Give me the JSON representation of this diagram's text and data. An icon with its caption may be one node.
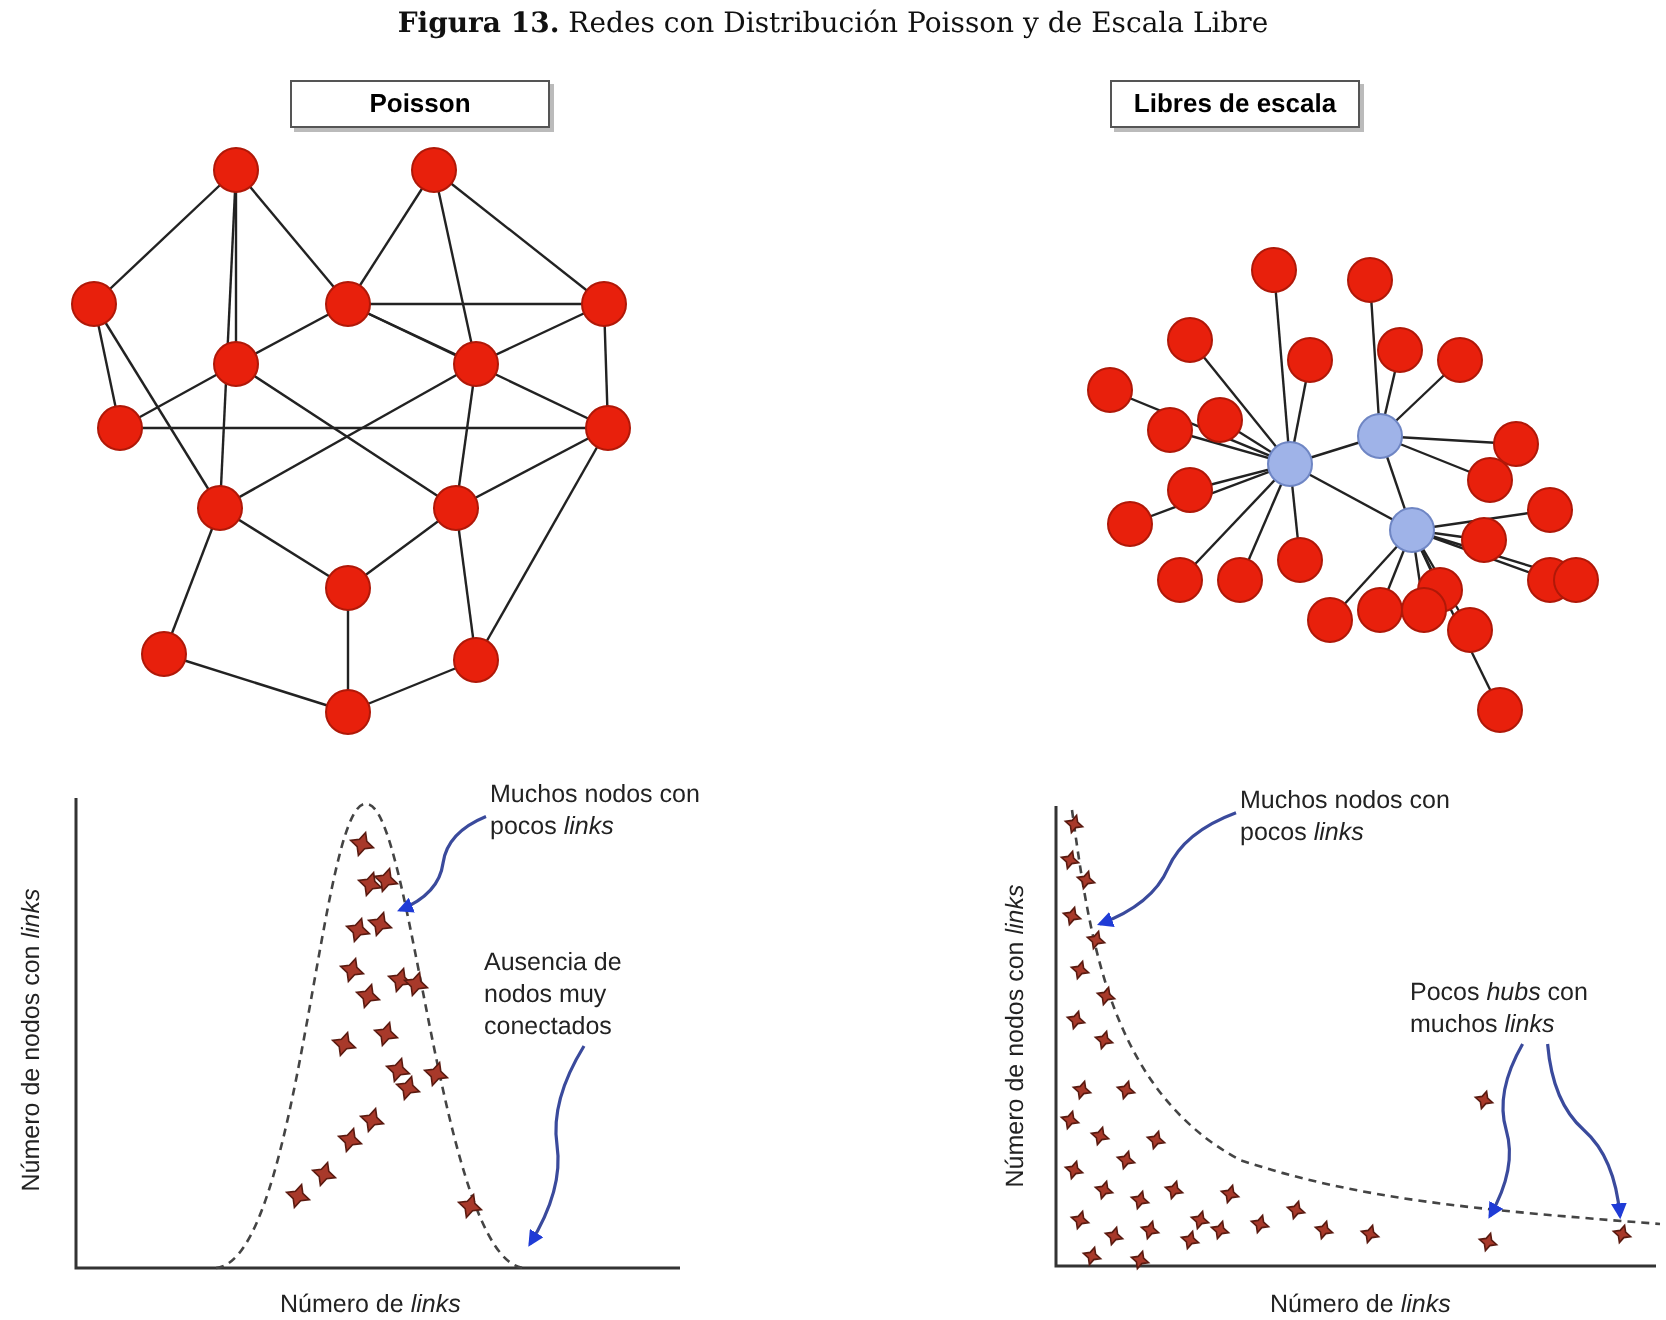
{
  "diagram": {
    "title": "**Figura 13.** Redes con Distribución Poisson y de Escala Libre",
    "nodes": [
      {
        "text": [
          "Poisson"
        ]
      },
      {
        "text": [
          "Libres de escala"
        ]
      },
      {
        "text": [
          "Muchos nodos con pocos *links*"
        ]
      },
      {
        "text": [
          "Ausencia de nodos muy conectados"
        ]
      },
      {
        "text": [
          "Muchos nodos con pocos *links*"
        ]
      },
      {
        "text": [
          "Pocos *hubs* con muchos *links*"
        ]
      }
    ],
    "edges": [
      {
        "from": 2,
        "to": null,
        "arrow": "to"
      },
      {
        "from": 3,
        "to": null,
        "arrow": "to"
      },
      {
        "from": 4,
        "to": null,
        "arrow": "to"
      },
      {
        "from": 5,
        "to": null,
        "arrow": "to"
      },
      {
        "from": 5,
        "to": null,
        "arrow": "to"
      }
    ],
    "labels": [
      "Número de nodos con *links*",
      "Número de *links*",
      "Número de nodos con *links*",
      "Número de *links*"
    ]
  }
}
